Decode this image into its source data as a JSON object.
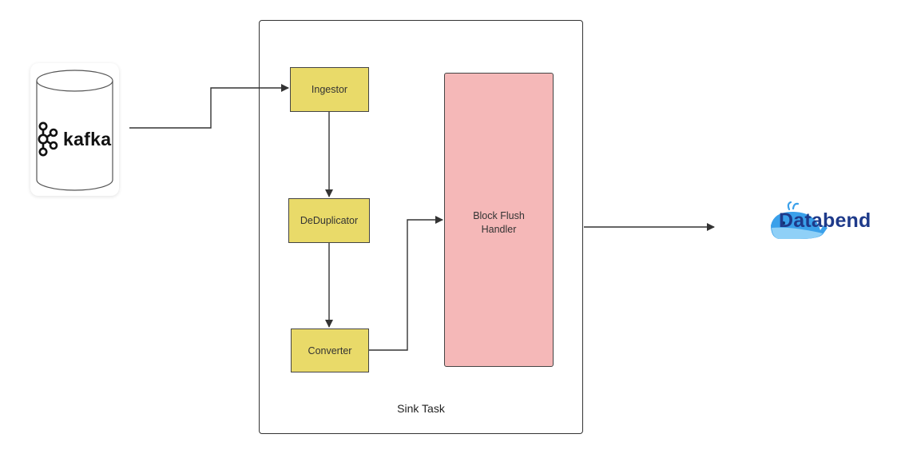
{
  "source": {
    "name": "kafka",
    "icon": "kafka-logo-icon"
  },
  "container": {
    "label": "Sink Task"
  },
  "nodes": {
    "ingestor": "Ingestor",
    "deduplicator": "DeDuplicator",
    "converter": "Converter",
    "flush_handler_line1": "Block Flush",
    "flush_handler_line2": "Handler"
  },
  "destination": {
    "name": "Databend",
    "icon": "databend-whale-icon"
  },
  "colors": {
    "node_fill": "#e9da69",
    "flush_fill": "#f5b8b8",
    "stroke": "#333333",
    "databend_blue": "#1e3a8a",
    "whale_blue": "#3aa0ea"
  }
}
